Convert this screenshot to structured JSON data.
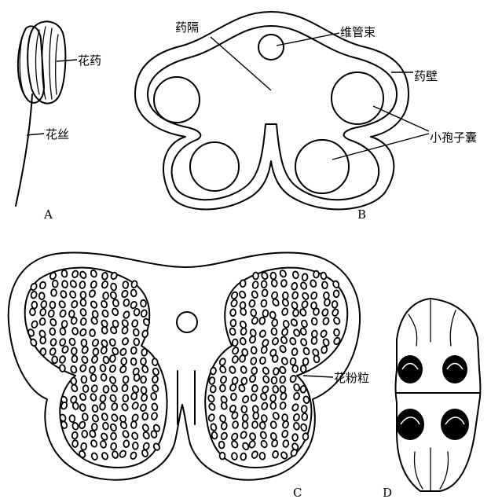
{
  "labels": {
    "anther": "花药",
    "filament": "花丝",
    "connective": "药隔",
    "vascular_bundle": "维管束",
    "anther_wall": "药壁",
    "microsporangium": "小孢子囊",
    "pollen_grain": "花粉粒"
  },
  "panels": [
    "A",
    "B",
    "C",
    "D"
  ]
}
